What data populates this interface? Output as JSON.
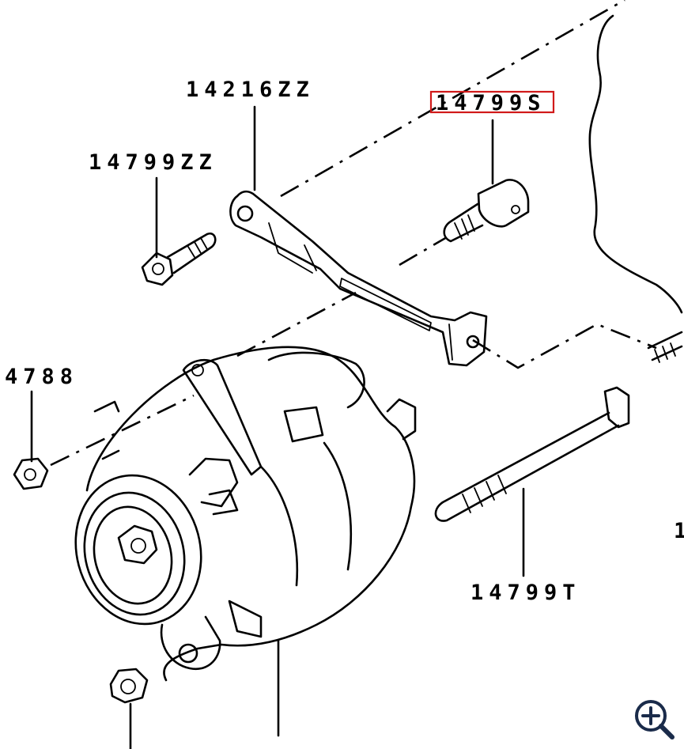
{
  "parts": {
    "bracket_label": "14216ZZ",
    "bolt_left_label": "14799ZZ",
    "bolt_highlight_label": "14799S",
    "nut_left_label": "4788",
    "long_bolt_label": "14799T",
    "edge_label_partial": "1"
  },
  "colors": {
    "highlight": "#d11a1a",
    "line": "#000000"
  },
  "icons": {
    "zoom": "zoom-in-icon"
  }
}
